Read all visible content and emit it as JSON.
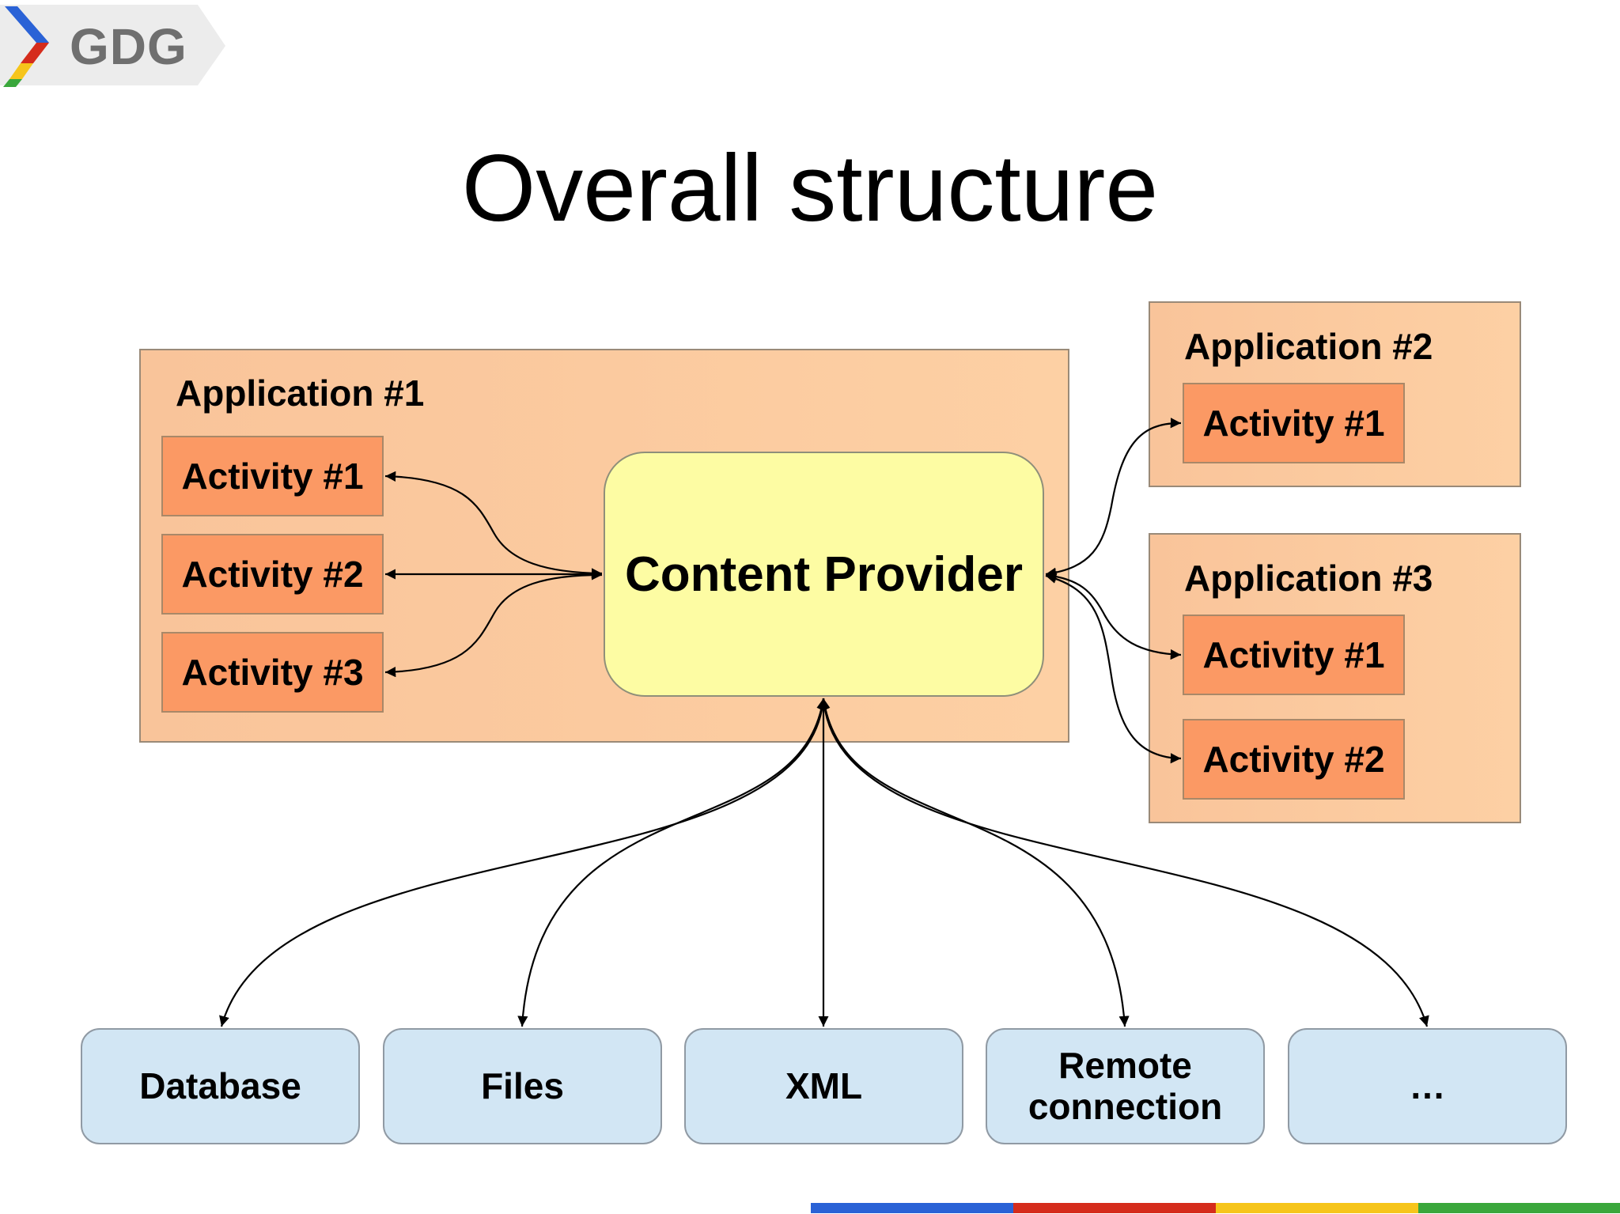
{
  "logo": {
    "text": "GDG"
  },
  "title": "Overall structure",
  "app1": {
    "label": "Application #1",
    "activities": [
      "Activity #1",
      "Activity #2",
      "Activity #3"
    ]
  },
  "provider": {
    "label": "Content Provider"
  },
  "app2": {
    "label": "Application #2",
    "activities": [
      "Activity #1"
    ]
  },
  "app3": {
    "label": "Application #3",
    "activities": [
      "Activity #1",
      "Activity #2"
    ]
  },
  "stores": [
    "Database",
    "Files",
    "XML",
    "Remote connection",
    "…"
  ],
  "colors": {
    "application_fill": "#fdcb9e",
    "activity_fill": "#fb9964",
    "provider_fill": "#fdfca3",
    "store_fill": "#d2e6f4",
    "google_blue": "#2a62d6",
    "google_red": "#d52c1c",
    "google_yellow": "#f6c51b",
    "google_green": "#3aa73c"
  }
}
